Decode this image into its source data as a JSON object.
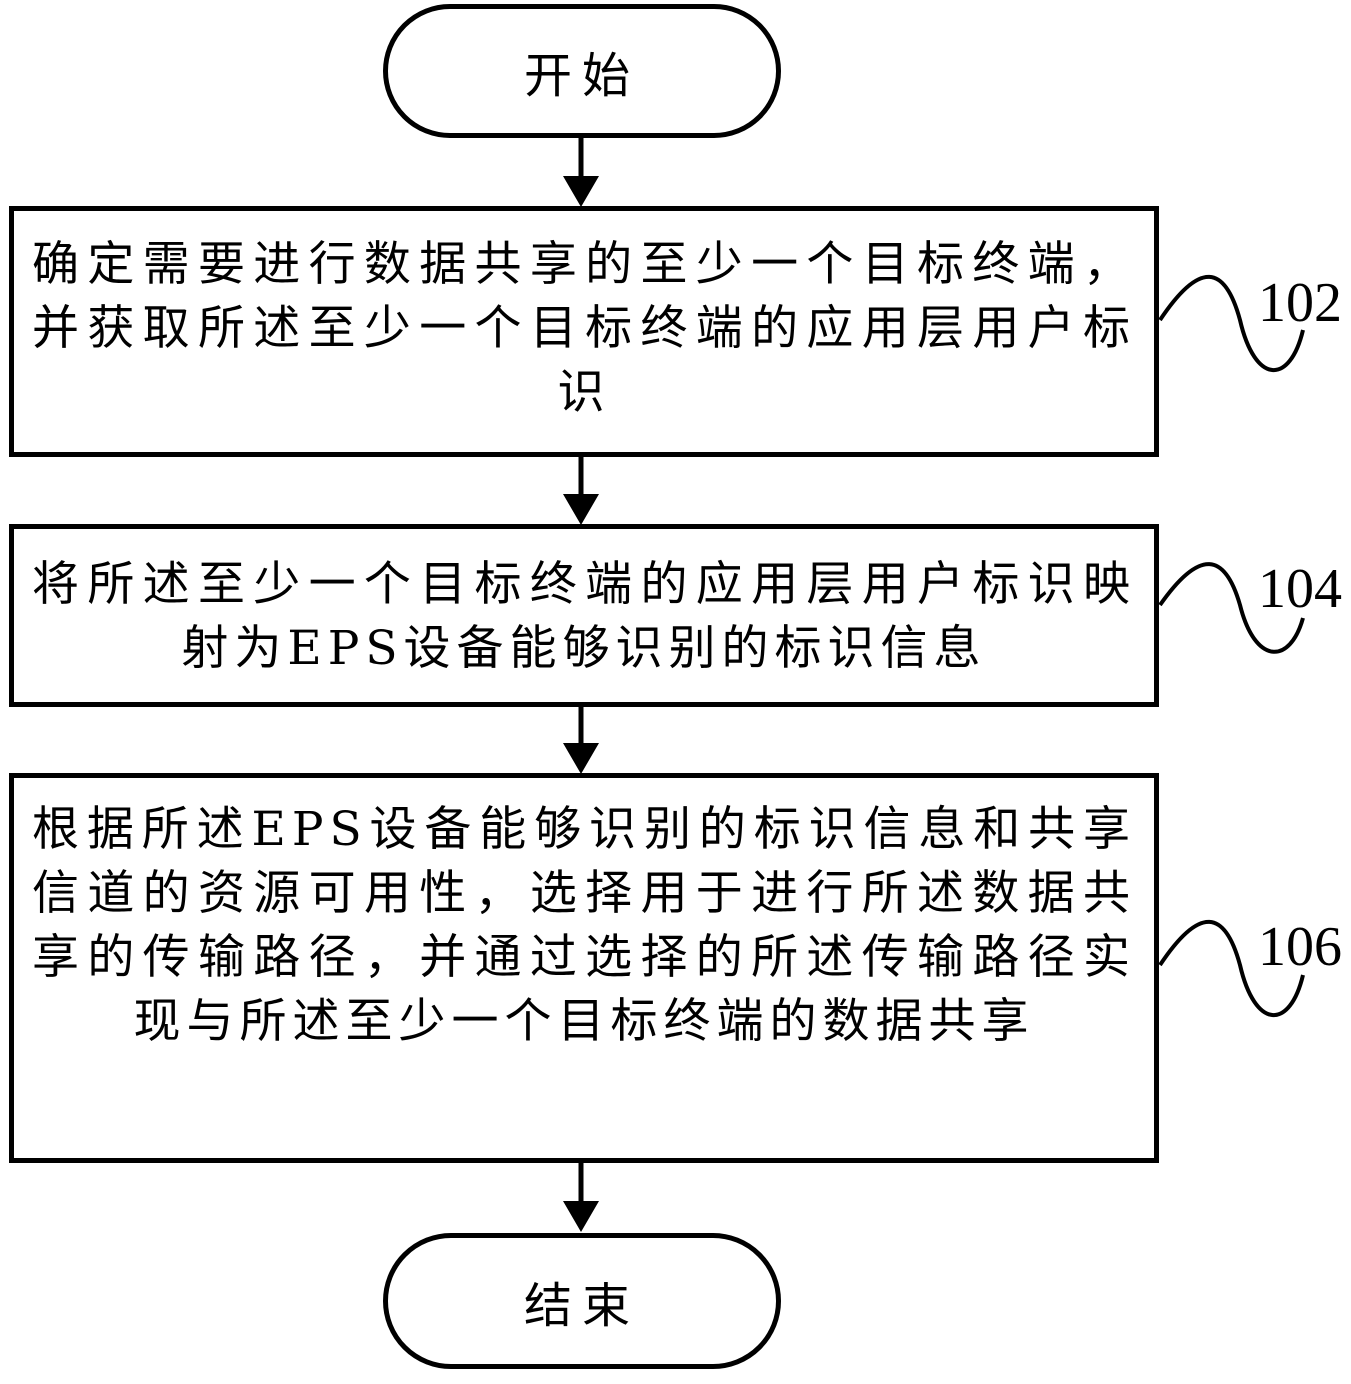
{
  "start": {
    "label": "开始"
  },
  "end": {
    "label": "结束"
  },
  "steps": [
    {
      "ref": "102",
      "text": "确定需要进行数据共享的至少一个目标终端，并获取所述至少一个目标终端的应用层用户标识"
    },
    {
      "ref": "104",
      "text": "将所述至少一个目标终端的应用层用户标识映射为EPS设备能够识别的标识信息"
    },
    {
      "ref": "106",
      "text": "根据所述EPS设备能够识别的标识信息和共享信道的资源可用性，选择用于进行所述数据共享的传输路径，并通过选择的所述传输路径实现与所述至少一个目标终端的数据共享"
    }
  ]
}
